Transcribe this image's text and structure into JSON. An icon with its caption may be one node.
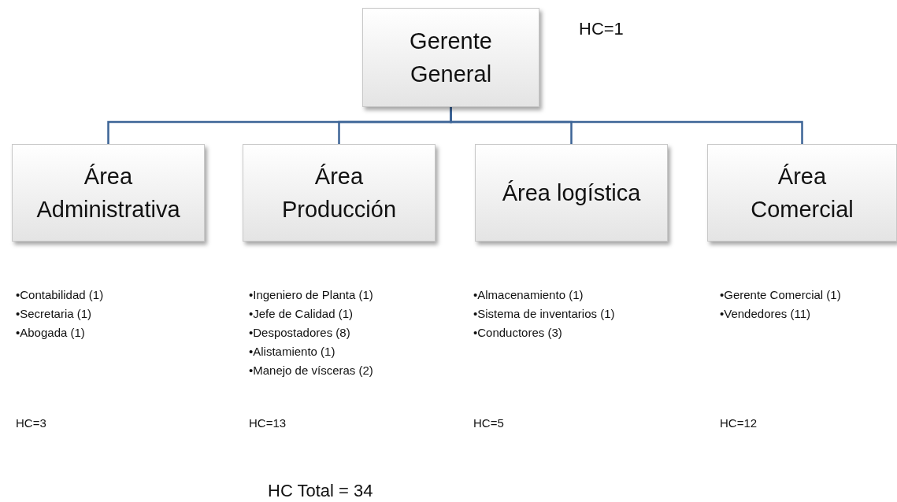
{
  "diagram": {
    "nodes": [
      {
        "text": [
          "Gerente General"
        ],
        "beside": [
          "HC=1"
        ]
      },
      {
        "text": [
          "Área Administrativa"
        ]
      },
      {
        "text": [
          "Área Producción"
        ]
      },
      {
        "text": [
          "Área logística"
        ]
      },
      {
        "text": [
          "Área Comercial"
        ]
      }
    ],
    "edges": [
      {
        "from": 0,
        "to": 1,
        "arrow": "none"
      },
      {
        "from": 0,
        "to": 2,
        "arrow": "none"
      },
      {
        "from": 0,
        "to": 3,
        "arrow": "none"
      },
      {
        "from": 0,
        "to": 4,
        "arrow": "none"
      }
    ],
    "labels": [
      "•Contabilidad (1)",
      "•Secretaria (1)",
      "•Abogada (1)",
      "HC=3",
      "•Ingeniero de Planta (1)",
      "•Jefe de Calidad (1)",
      "•Despostadores (8)",
      "•Alistamiento (1)",
      "•Manejo de vísceras (2)",
      "HC=13",
      "•Almacenamiento (1)",
      "•Sistema de inventarios (1)",
      "•Conductores (3)",
      "HC=5",
      "•Gerente Comercial (1)",
      "•Vendedores (11)",
      "HC=12",
      "HC Total = 34"
    ]
  }
}
